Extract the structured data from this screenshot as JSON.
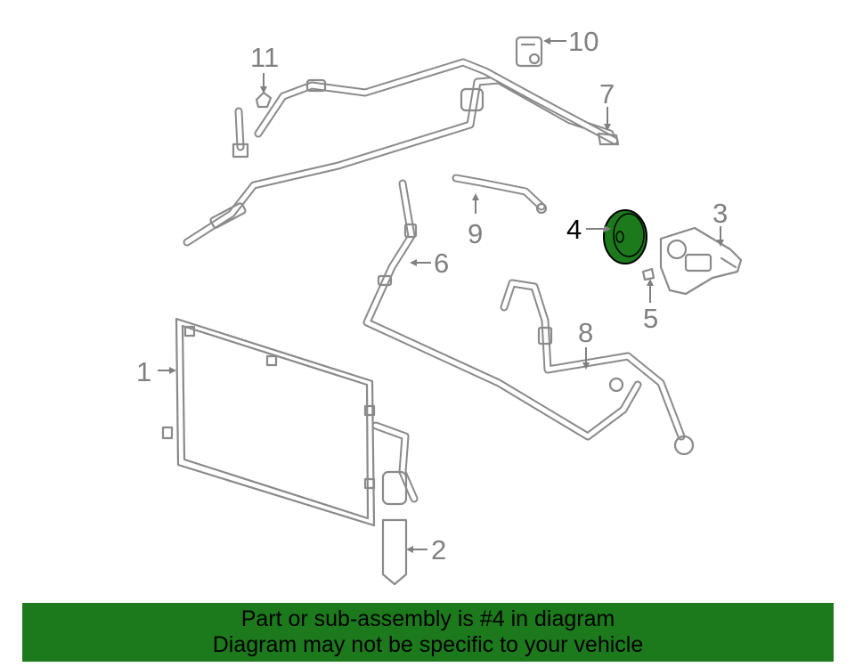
{
  "callouts": {
    "c1": "1",
    "c2": "2",
    "c3": "3",
    "c4": "4",
    "c5": "5",
    "c6": "6",
    "c7": "7",
    "c8": "8",
    "c9": "9",
    "c10": "10",
    "c11": "11"
  },
  "highlight_part": "4",
  "colors": {
    "highlight": "#1c7a1c",
    "line_art": "#8a8a8a",
    "banner_bg": "#1c7a1c"
  },
  "banner": {
    "line1": "Part or sub-assembly is #4 in diagram",
    "line2": "Diagram may not be specific to your vehicle"
  }
}
